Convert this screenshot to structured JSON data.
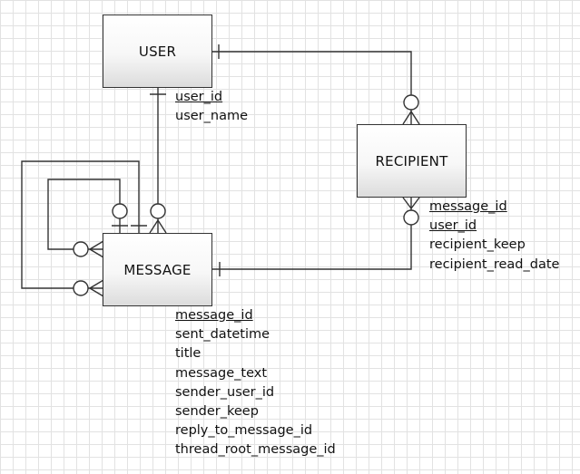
{
  "entities": {
    "user": {
      "name": "USER",
      "attributes": [
        {
          "label": "user_id",
          "key": true
        },
        {
          "label": "user_name",
          "key": false
        }
      ]
    },
    "recipient": {
      "name": "RECIPIENT",
      "attributes": [
        {
          "label": "message_id",
          "key": true
        },
        {
          "label": "user_id",
          "key": true
        },
        {
          "label": "recipient_keep",
          "key": false
        },
        {
          "label": "recipient_read_date",
          "key": false
        }
      ]
    },
    "message": {
      "name": "MESSAGE",
      "attributes": [
        {
          "label": "message_id",
          "key": true
        },
        {
          "label": "sent_datetime",
          "key": false
        },
        {
          "label": "title",
          "key": false
        },
        {
          "label": "message_text",
          "key": false
        },
        {
          "label": "sender_user_id",
          "key": false
        },
        {
          "label": "sender_keep",
          "key": false
        },
        {
          "label": "reply_to_message_id",
          "key": false
        },
        {
          "label": "thread_root_message_id",
          "key": false
        }
      ]
    }
  },
  "relationships": [
    {
      "from": "user",
      "to": "message",
      "from_end": "one",
      "to_end": "zero-or-many"
    },
    {
      "from": "user",
      "to": "recipient",
      "from_end": "one",
      "to_end": "zero-or-many"
    },
    {
      "from": "message",
      "to": "recipient",
      "from_end": "one",
      "to_end": "zero-or-many"
    },
    {
      "from": "message",
      "to": "message",
      "from_end": "zero-or-one",
      "to_end": "zero-or-many"
    },
    {
      "from": "message",
      "to": "message",
      "from_end": "one",
      "to_end": "zero-or-many"
    }
  ]
}
